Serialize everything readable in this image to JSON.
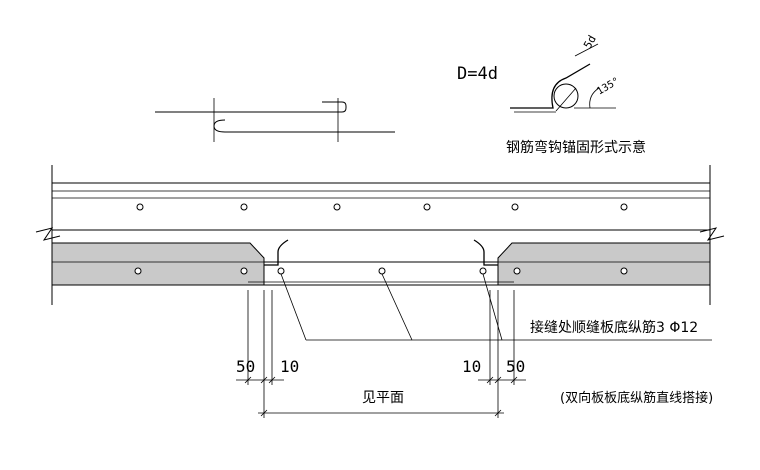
{
  "hook_detail": {
    "formula": "D=4d",
    "dim_label": "5d",
    "angle_label": "135°",
    "caption": "钢筋弯钩锚固形式示意"
  },
  "section": {
    "note_label": "接缝处顺缝板底纵筋3 Φ12",
    "dims": {
      "left_outer": "50",
      "left_inner": "10",
      "right_inner": "10",
      "right_outer": "50",
      "span": "见平面"
    },
    "remark": "(双向板板底纵筋直线搭接)"
  }
}
